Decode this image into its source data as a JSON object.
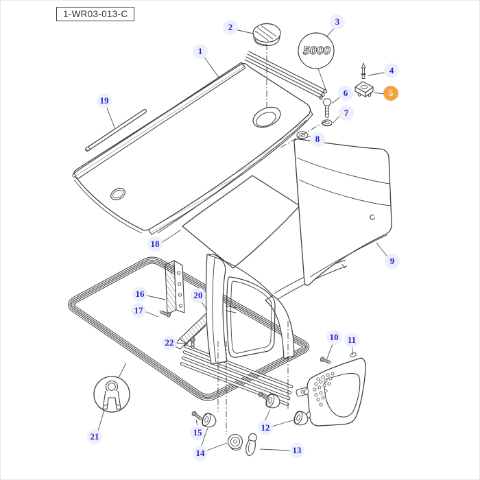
{
  "diagram": {
    "drawing_number": "1-WR03-013-C",
    "emblem_text": "5000",
    "highlighted_callout": "5",
    "colors": {
      "callout_text": "#2424cd",
      "callout_bg": "#edeffa",
      "highlight_bg": "#f2a444",
      "highlight_text": "#ffffff",
      "line": "#3d3d3d"
    },
    "callouts": [
      {
        "n": "1"
      },
      {
        "n": "2"
      },
      {
        "n": "3"
      },
      {
        "n": "4"
      },
      {
        "n": "5"
      },
      {
        "n": "6"
      },
      {
        "n": "7"
      },
      {
        "n": "8"
      },
      {
        "n": "9"
      },
      {
        "n": "10"
      },
      {
        "n": "11"
      },
      {
        "n": "12"
      },
      {
        "n": "13"
      },
      {
        "n": "14"
      },
      {
        "n": "15"
      },
      {
        "n": "16"
      },
      {
        "n": "17"
      },
      {
        "n": "18"
      },
      {
        "n": "19"
      },
      {
        "n": "20"
      },
      {
        "n": "21"
      },
      {
        "n": "22"
      }
    ]
  }
}
